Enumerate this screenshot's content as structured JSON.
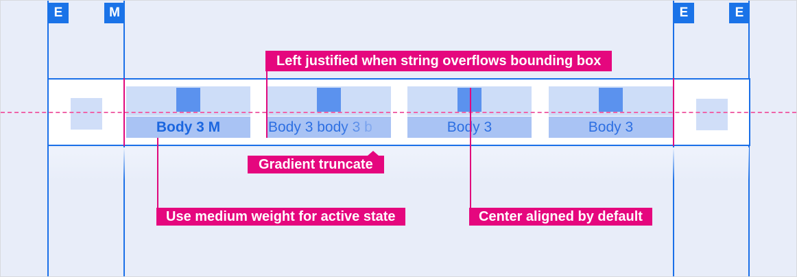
{
  "colors": {
    "background": "#e8edf9",
    "guide_blue": "#1a6fe8",
    "marker_blue": "#1a73e8",
    "tab_hit_area": "#cdddf8",
    "tab_icon_square": "#5b92ee",
    "tab_label_bg": "#a9c3f4",
    "tab_text": "#2d6fe2",
    "active_tab_text": "#1b66df",
    "end_square": "#d0def8",
    "annotation_pink": "#e5077e",
    "dashed_centerline_pink": "#ef64a8",
    "bar_bg": "#ffffff"
  },
  "markers": [
    {
      "label": "E"
    },
    {
      "label": "M"
    },
    {
      "label": "E"
    },
    {
      "label": "E"
    }
  ],
  "tabbar": {
    "tabs": [
      {
        "label": "Body 3 M",
        "state": "active, medium weight, center aligned"
      },
      {
        "label": "Body 3 body 3 b",
        "state": "overflowing, left justified, gradient truncated"
      },
      {
        "label": "Body 3",
        "state": "center aligned"
      },
      {
        "label": "Body 3",
        "state": "center aligned"
      }
    ]
  },
  "annotations": {
    "overflow": "Left justified when string overflows bounding box",
    "gradient": "Gradient truncate",
    "active": "Use medium weight for active state",
    "center": "Center aligned by default"
  }
}
